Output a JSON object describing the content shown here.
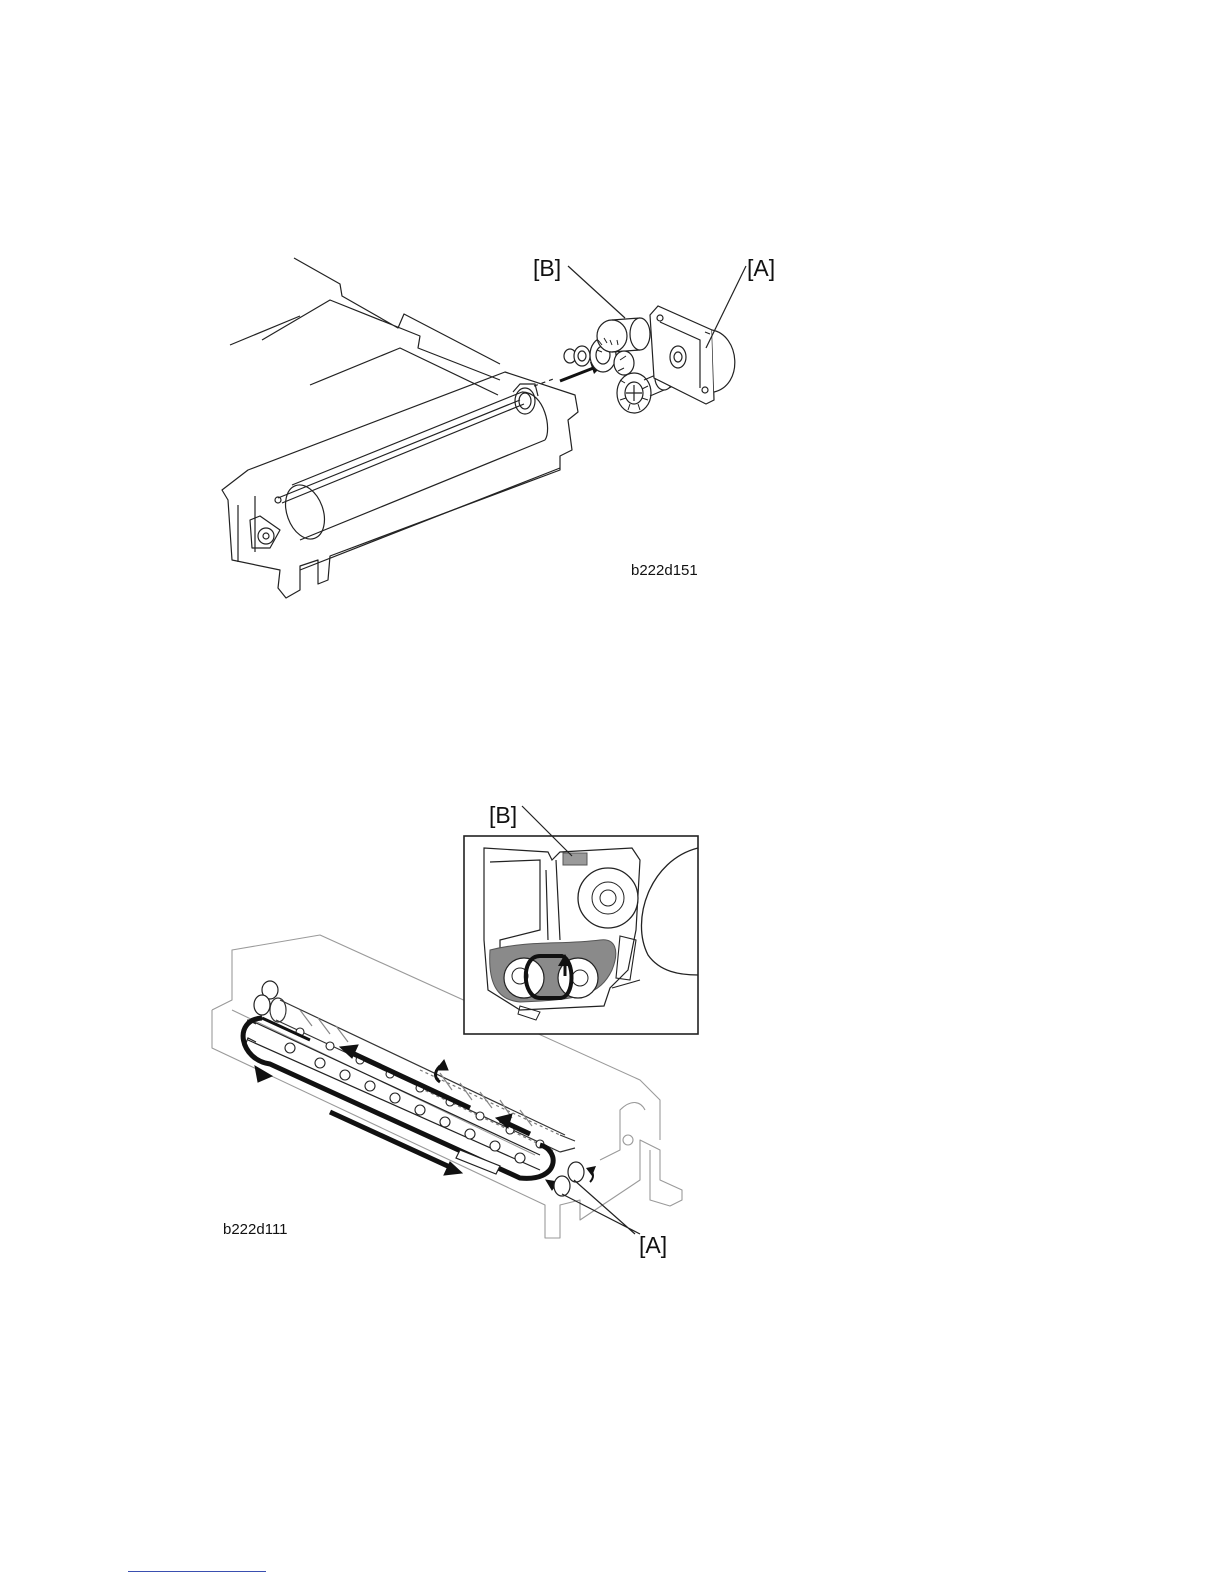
{
  "figures": [
    {
      "code": "b222d151",
      "callouts": {
        "a": "[A]",
        "b": "[B]"
      }
    },
    {
      "code": "b222d111",
      "callouts": {
        "a": "[A]",
        "b": "[B]"
      }
    }
  ]
}
